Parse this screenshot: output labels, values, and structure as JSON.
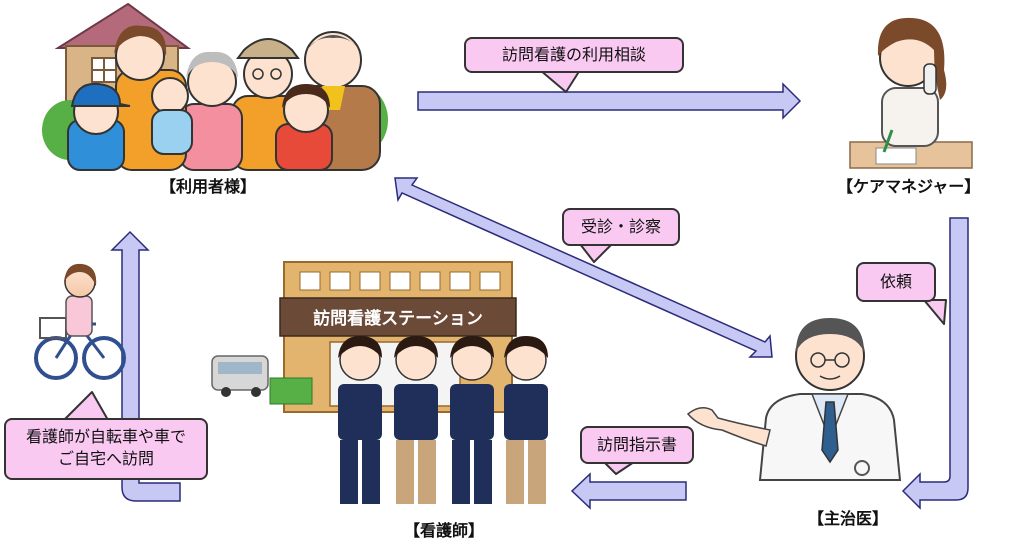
{
  "nodes": {
    "user": "【利用者様】",
    "care_manager": "【ケアマネジャー】",
    "doctor": "【主治医】",
    "nurse": "【看護師】"
  },
  "station_sign": "訪問看護ステーション",
  "bubbles": {
    "consult": "訪問看護の利用相談",
    "exam": "受診・診察",
    "request": "依頼",
    "instruction": "訪問指示書",
    "visit_line1": "看護師が自転車や車で",
    "visit_line2": "ご自宅へ訪問"
  },
  "colors": {
    "arrow_fill": "#c8c8f5",
    "arrow_stroke": "#2b2b7a",
    "bubble_fill": "#f9c9f2",
    "station_sign": "#6b4a38",
    "station_wall": "#e3b46e",
    "nurse_uniform": "#1f2f5a"
  },
  "icons": [
    "family-illustration",
    "care-manager-on-phone-illustration",
    "doctor-illustration",
    "nurse-station-building-illustration",
    "nurse-on-bicycle-illustration"
  ]
}
